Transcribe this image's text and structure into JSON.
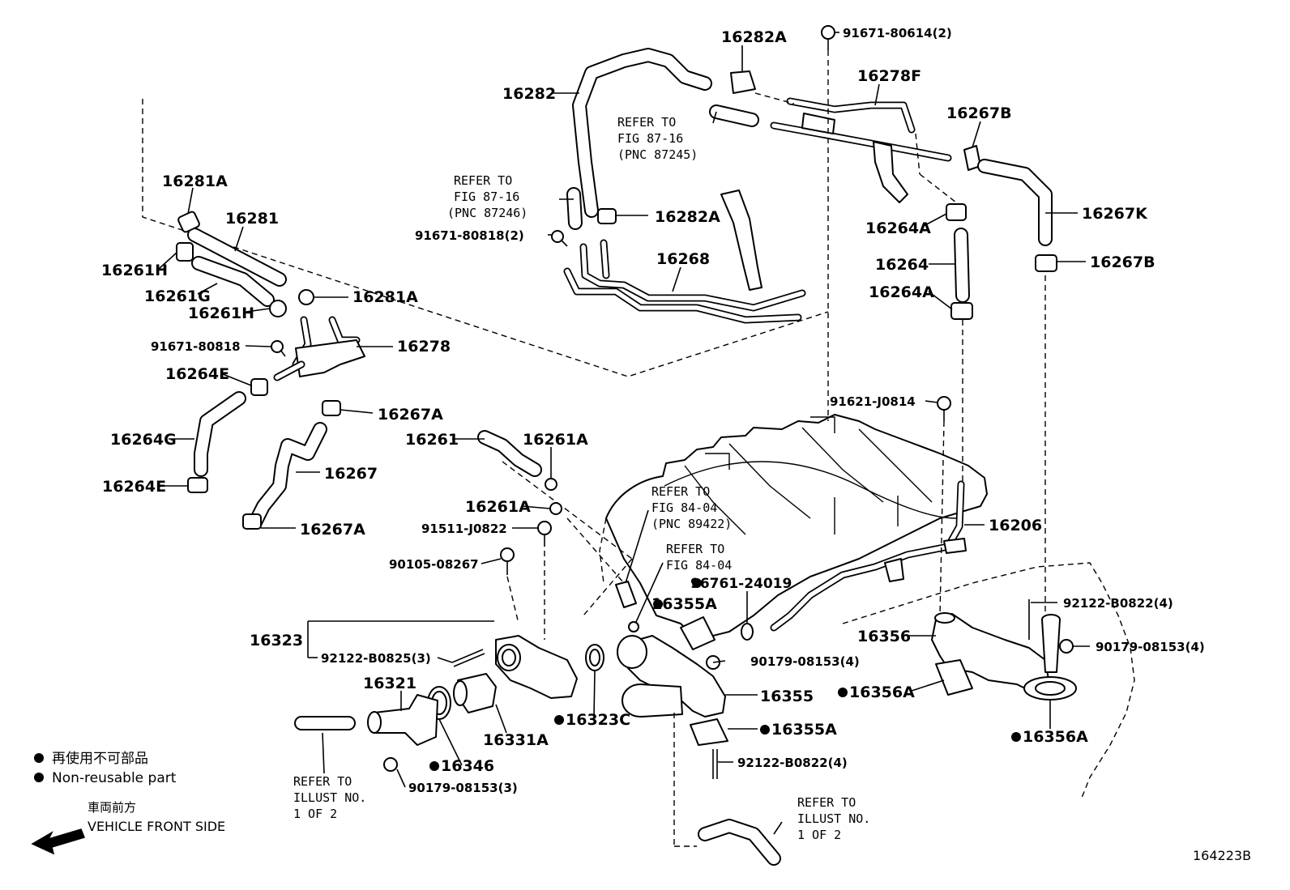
{
  "diagram_id": "164223B",
  "labels": {
    "p16282A_top": "16282A",
    "p91671_80614": "91671-80614(2)",
    "p16278F": "16278F",
    "p16282": "16282",
    "p16267B_top": "16267B",
    "p16281A_top": "16281A",
    "p16281": "16281",
    "p16261H_a": "16261H",
    "p16261G": "16261G",
    "p16261H_b": "16261H",
    "p16281A_b": "16281A",
    "p91671_80818_a": "91671-80818(2)",
    "p16282A_b": "16282A",
    "p16268": "16268",
    "p16264A_a": "16264A",
    "p16267K": "16267K",
    "p16264": "16264",
    "p16267B_b": "16267B",
    "p16264A_b": "16264A",
    "p91671_80818_b": "91671-80818",
    "p16278": "16278",
    "p16264E_a": "16264E",
    "p16267A_a": "16267A",
    "p16264G": "16264G",
    "p16267": "16267",
    "p16264E_b": "16264E",
    "p16267A_b": "16267A",
    "p16261": "16261",
    "p16261A_a": "16261A",
    "p16261A_b": "16261A",
    "p91511_J0822": "91511-J0822",
    "p90105_08267": "90105-08267",
    "p91621_J0814": "91621-J0814",
    "p16206": "16206",
    "p96761_24019": "96761-24019",
    "p16355A_a": "16355A",
    "p16323": "16323",
    "p92122_B0825": "92122-B0825(3)",
    "p90179_08153_a": "90179-08153(4)",
    "p16356": "16356",
    "p92122_B0822_a": "92122-B0822(4)",
    "p90179_08153_b": "90179-08153(4)",
    "p16321": "16321",
    "p16355": "16355",
    "p16356A_a": "16356A",
    "p16323C": "16323C",
    "p16331A": "16331A",
    "p16355A_b": "16355A",
    "p16356A_b": "16356A",
    "p16346": "16346",
    "p92122_B0822_b": "92122-B0822(4)",
    "p90179_08153_c": "90179-08153(3)"
  },
  "refs": {
    "r1": [
      "REFER TO",
      "FIG 87-16",
      "(PNC 87245)"
    ],
    "r2": [
      "REFER TO",
      "FIG 87-16",
      "(PNC 87246)"
    ],
    "r3": [
      "REFER TO",
      "FIG 84-04",
      "(PNC 89422)"
    ],
    "r4": [
      "REFER TO",
      "FIG 84-04"
    ],
    "r5": [
      "REFER TO",
      "ILLUST NO.",
      "1 OF 2"
    ],
    "r6": [
      "REFER TO",
      "ILLUST NO.",
      "1 OF 2"
    ]
  },
  "legend": {
    "jp": "再使用不可部品",
    "en": "Non-reusable part",
    "front_jp": "車両前方",
    "front_en": "VEHICLE FRONT SIDE"
  }
}
